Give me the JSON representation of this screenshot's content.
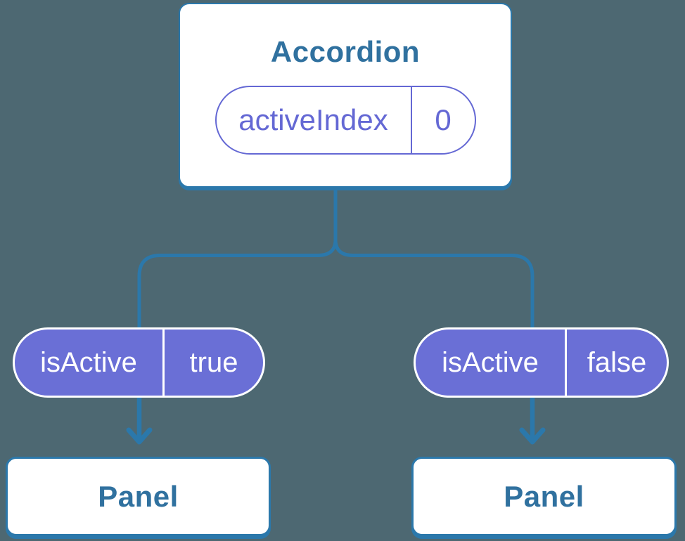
{
  "colors": {
    "background": "#4d6872",
    "line": "#2b78ab",
    "heading": "#30719f",
    "purple": "#6468d4",
    "pill_fill": "#6a6fd6",
    "pill_text": "#ffffff",
    "card": "#ffffff"
  },
  "diagram": {
    "root": {
      "title": "Accordion",
      "state_pill": {
        "name": "activeIndex",
        "value": "0"
      }
    },
    "branches": [
      {
        "prop_pill": {
          "name": "isActive",
          "value": "true"
        },
        "child": {
          "title": "Panel"
        }
      },
      {
        "prop_pill": {
          "name": "isActive",
          "value": "false"
        },
        "child": {
          "title": "Panel"
        }
      }
    ]
  }
}
